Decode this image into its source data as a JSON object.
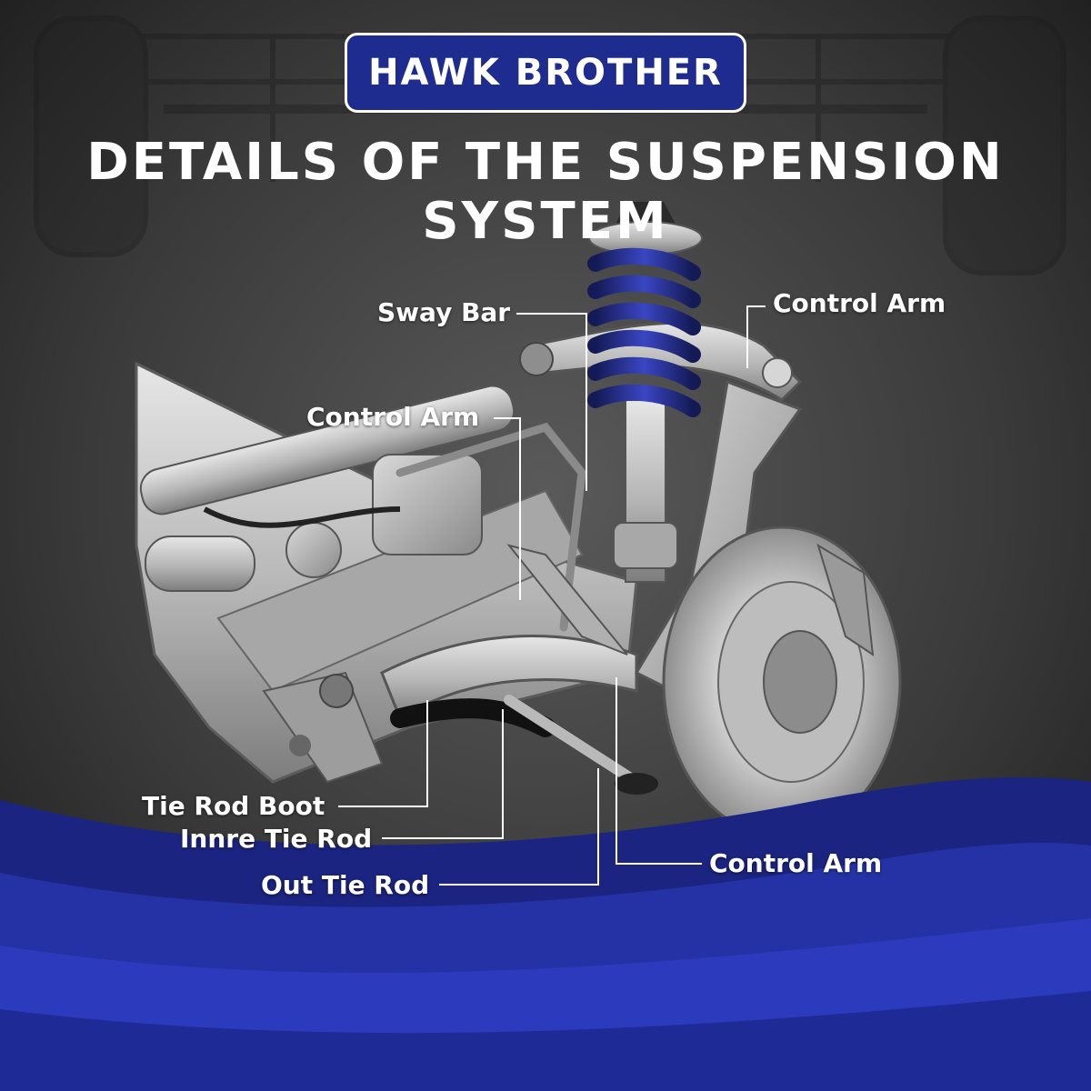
{
  "brand": {
    "name": "HAWK BROTHER"
  },
  "headline": "DETAILS OF THE SUSPENSION SYSTEM",
  "labels": {
    "sway_bar": "Sway Bar",
    "control_arm_upper_right": "Control Arm",
    "control_arm_upper_left": "Control Arm",
    "tie_rod_boot": "Tie Rod Boot",
    "inner_tie_rod": "Innre Tie Rod",
    "outer_tie_rod": "Out Tie Rod",
    "control_arm_lower": "Control Arm"
  },
  "colors": {
    "brand_blue": "#1f2c8f",
    "wave_blue": "#2432a6",
    "spring_blue": "#2b36a0",
    "metal": "#b8b8b8",
    "leader_line": "#ffffff"
  }
}
